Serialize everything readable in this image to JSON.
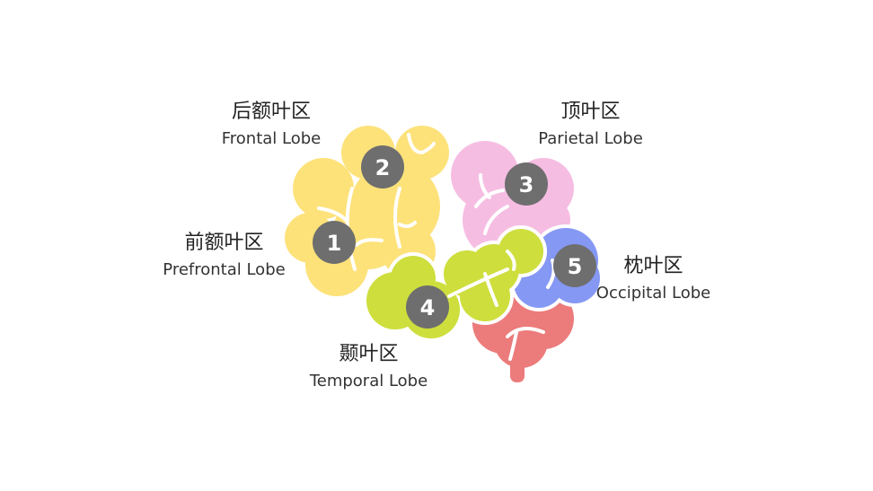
{
  "lobes": [
    {
      "number": "1",
      "zh": "前额叶区",
      "en": "Prefrontal Lobe"
    },
    {
      "number": "2",
      "zh": "后额叶区",
      "en": "Frontal Lobe"
    },
    {
      "number": "3",
      "zh": "顶叶区",
      "en": "Parietal Lobe"
    },
    {
      "number": "4",
      "zh": "颞叶区",
      "en": "Temporal Lobe"
    },
    {
      "number": "5",
      "zh": "枕叶区",
      "en": "Occipital Lobe"
    }
  ],
  "colors": {
    "frontal": "#fde27a",
    "parietal": "#f6bde3",
    "temporal": "#cede3d",
    "occipital": "#8598f3",
    "cerebellum": "#ec7b7b",
    "badge": "#6e6e6e"
  }
}
